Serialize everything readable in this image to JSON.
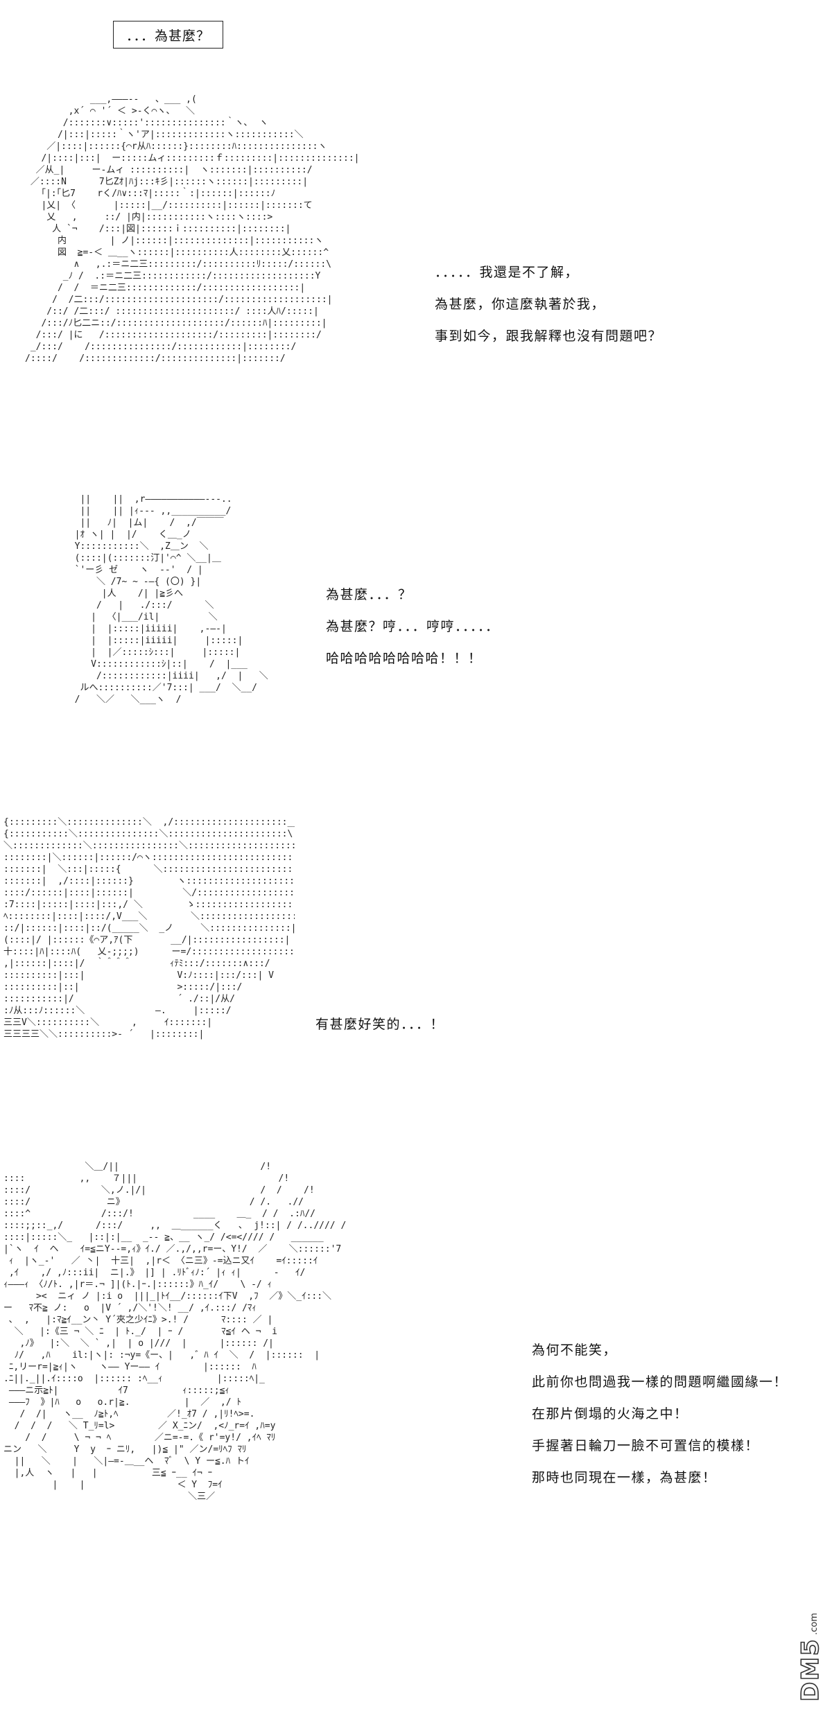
{
  "caption": "．．．為甚麼？",
  "scene1": {
    "art": "            ___,―――‐-   、___ ,(\n        ,x´ ⌒ '´ ＜ >-く⌒ヽ、  ＼\n       /:::::::∨:::::':::::::::::::::｀ヽ､  ヽ\n      /|:::|:::::｀ヽ'ア|:::::::::::::ヽ:::::::::::＼\n    ／|::::|::::::{⌒r从ﾊ::::::}::::::::ﾊ:::::::::::::::ヽ\n   /|::::|:::|  ー:::::ムィ:::::::::ｆ:::::::::|::::::::::::::|\n  ／从_|     ー‐ムィ ::::::::::|  ヽ:::::::|::::::::::/\n ／::::N      7匕Zｵ|ﾊj:::ｷ彡|::::::ヽ::::::|:::::::::|\n   ｢|:｢匕7    rく/ﾊ∨:::ﾏ|:::::｀:|::::::|::::::ﾉ\n   |乂| 〈       |:::::|__/::::::::::|::::::|:::::::て\n    乂   ,     ::/ |内|:::::::::::ヽ::::ヽ::::>\n     人 `¬    /:::|図|::::::ｉ::::::::::|::::::::|\n      内        | ノ|::::::|::::::::::::::|:::::::::::ヽ\n      図  ≧=-＜ ＿__ヽ::::::|::::::::::人::::::::乂::::::^\n         ∧   ,.:＝ニ二三:::::::::/::::::::::ﾘ:::::/::::::\\\n       _ﾉ /  .:＝ニ二三::::::::::::/:::::::::::::::::::Y\n      /  /  ＝ニ二三:::::::::::::/::::::::::::::::::|\n     /  /二:::/:::::::::::::::::::::/:::::::::::::::::::|\n    /::/ /二:::/ ::::::::::::::::::::::/ ::::人ﾊ/:::::|\n   /:::/ﾉ匕二ニ::/::::::::::::::::::::/::::::ﾊ|:::::::::|\n  /:::/ |に   /::::::::::::::::::::/:::::::::|::::::::/\n _/:::/    /:::::::::::::::/::::::::::::|::::::::/\n/::::/    /:::::::::::::/::::::::::::::|:::::::/",
    "lines": [
      "．．．．．我還是不了解，",
      "為甚麼，你這麼執著於我，",
      "事到如今，跟我解釋也沒有問題吧？"
    ]
  },
  "scene2": {
    "art": "   ||    ||  ,r―――――――――――---..\n   ||    || |ｨ‐-- ,,__________/\n   ||   ﾉ|  |ム|    /  ,/￣￣￣\n  |ｵ ヽ| |  |/    く＿_ノ\n  Y:::::::::::＼  ,Z＿ン  ＼\n  (::::|(:::::::汀|'⌒^ ＼__|＿\n  `'ー彡 ゼ    ヽ  -‐'  / |\n      ＼ /7~ ~ -―{ (〇) }|\n       |人    /| |≧彡へ\n      /   |   ./:::/      ＼\n     |  〈|___/il|         ＼\n     |  |:::::|iiiii|    ,-―‐|\n     |  |:::::|iiiii|     |:::::|\n     |  |／:::::ｼ:::|     |:::::|\n     V::::::::::::ｼ|::|    /  |___\n      /::::::::::::|iiii|   ,/  |   ＼\n   ルへ::::::::::／'7:::| ___/  ＼__/\n  /   ＼／   ＼___ヽ  /",
    "lines": [
      "為甚麼．．．？",
      "為甚麼？哼．．．哼哼．．．．．",
      "哈哈哈哈哈哈哈哈！！！"
    ]
  },
  "scene3": {
    "art": "{:::::::::＼::::::::::::::＼  ,/:::::::::::::::::::::__:::\\\n{:::::::::::＼:::::::::::::::＼::::::::::::::::::::::\\:::\\\n＼:::::::::::::＼::::::::::::::::＼::::::::::::::::::::::＼:::\\\n::::::::|＼::::::|::::::/⌒ヽ::::::::::::::::::::::::::::｀ヽ::\n:::::::|  ＼:::|:::::{      ＼::::::::::::::::::::::::::::::|\n:::::::|  ,/::::|::::::}        ヽ:::::::::::::::::::::::::::|\n::::/::::::|::::|::::::|         ＼/::::::::::::::::::::::|\n:7::::|:::::|::::|:::,/ ＼        ゝ::::::::::::::::::::|\nﾍ::::::::|::::|::::/,V___＼        ＼::::::::::::::::::|\n::/|::::::|::::|::/(_____＼  _ノ     ＼:::::::::::::::|\n(::::|/ |::::::《⌒ア,ｱ(下       __/|:::::::::::::::::|\n十::::|ﾊ|::::ﾊ(   乂‐;;;;)      ー=/:::::::::::::::::::|\n,|::::::|::::|/  ｀＾＾＾       ｨﾃﾐ:::/:::::::∧:::/\n::::::::::|:::|                 V:ﾉ::::|:::/:::| V\n::::::::::|::|                  >:::::/|:::/\n:::::::::::|/                   ´ ./::|/从/\n:ﾉ从:::ﾉ::::::＼             ―.     |:::::/\n三三V＼::::::::::＼      ,     ｲ:::::::|\n三三三三＼＼::::::::::>‐ ´   |::::::::|",
    "line": "有甚麼好笑的．．．！"
  },
  "scene4": {
    "art": "               ＼＿/||                          /!\n::::          ,,    ７|||                          /!\n::::/             ＼,ノ.|/|                     /  /    /!\n::::/              ニ》                       / /.   .//\n::::^             /:::/!           ____    ＿_  / /  .:ﾊ//\n::::;;::_,/      /:::/     ,,  ＿______く   ､  j!::| / /..//// /\n::::|:::::＼_   |::|:|__  _‐- ≧、__ ヽ_/ /<=<//// /   ______\n|`ヽ  ｲ  ヘ    ｲ=≦ニY‐-=,ｨ》ｲ./ ／.,/,,r=ー、Y!/  ／    ＼::::::'7\n ｨ  |ヽ_‐'   ／ 丶|  十三|  ,|r＜ 〈ニ三》-=込ニ又ｲ    =ｲ:::::ｲ\n ,ｲ    ,/ ,ﾉ:::ii|  ニ|.》 |] | .ﾘﾄﾞｨﾉ:´ |ｨ ｨ|      ‐   ｲ/\nｨ―――ｨ 〈ﾉ/ﾄ. ,|r＝.¬ ]|(ﾄ.|ｰ.|::::::》ﾊ_ｲ/    \\ ‐/ ｨ\n      ><  ニィ ノ |:i o  |||_|ﾄｲ__/::::::ｲ下V  ,ﾌ  ／》＼_ｲ:::＼\nー   ﾏ不≧ ノ:   o  |V ´ ,/＼'!＼! __/ ,ｲ.:::/ /ﾏｨ\n ､  ,   |:ﾏ≧ｲ__ン丶 Y´夾之少ｲﾆ》>.! /      ﾏ:::: ／ |\n  ＼   |:《三 ¬ ＼ ﾆ  | ﾄ._/  | ｰ /       ﾏ≦ｲ ヘ ¬  i\n   ,ﾉ》  |:＼  ＼ ` ,|  | o |///  |      |:::::: /|\n  ﾉ/   ,ﾊ    il:|ヽ|: :¬y=《ー、|   ,゛ﾊ ｲ  ＼  /  |::::::  |\n ﾆ,リーr=|≧ｨ|ヽ    ヽ―― Yー―― ｲ        |::::::  ﾊ\n.ﾆ||._||.ｲ::::o  |:::::: :ﾍ__ｨ          |:::::ﾍ|_\n ―――ニ示≧ﾄ|           ｲ7          ｨ:::::;≦ｨ\n ―――ﾌ  》|ﾊ   o   o.r|≧.          |  ／  ,/ ﾄ\n   /  /|   ヽ__  ﾉ≧ﾄ,ﾍ         ／!_ｵ7 / ,|ﾘ!ﾍ>=.\n  /  /  /   ＼ T_ﾘ=l>        ／ X_ﾆン/  ,<ﾉ_r=ｲ ,ﾊ=y\n    /  /     \\ ¬ ¬ ﾍ        ／ニ=-=.《 r'=y!/ ,ｲﾍ ﾏﾘ\nニン   ＼     Y  y  ｰ ニﾘ,   |)≦ |\" ／ン/=ﾘﾍﾌ ﾏﾘ\n  ||   ＼    |   ＼|―=-＿__ヘ  ﾏﾞ  \\ Y ー≦.ﾊ トｲ\n  |,人  ヽ   |   |          三≦ ｰ__ ｲ¬ ｰ\n         |    |                 ＜ Y  ﾌ=ｲ\n                                  ＼三／",
    "lines": [
      "為何不能笑，",
      "此前你也問過我一樣的問題啊繼國緣一！",
      "在那片倒塌的火海之中！",
      "手握著日輪刀一臉不可置信的模樣！",
      "那時也同現在一樣，為甚麼！"
    ]
  },
  "watermark": "DM5.com"
}
